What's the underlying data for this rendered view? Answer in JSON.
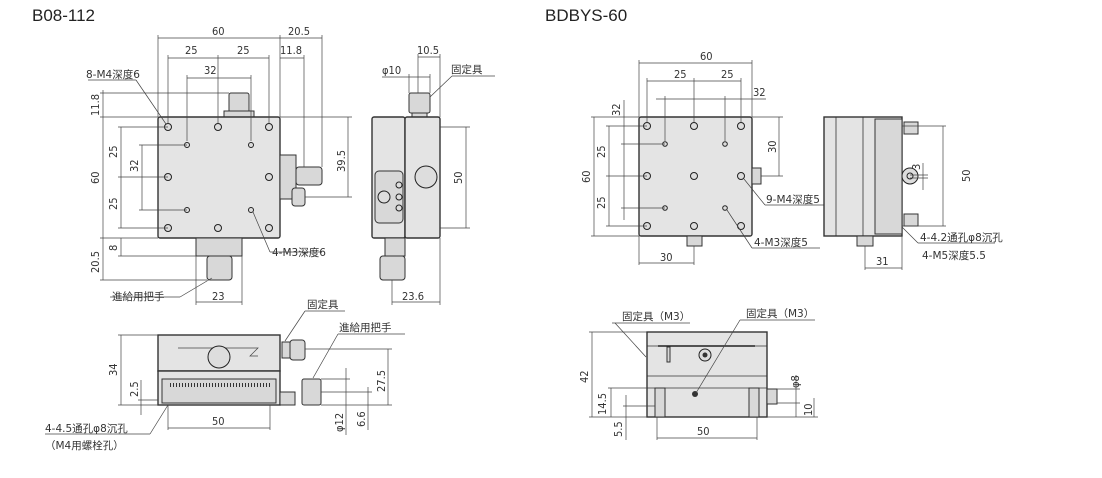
{
  "left_model": {
    "title": "B08-112",
    "top_view": {
      "d60": "60",
      "d20_5": "20.5",
      "d25a": "25",
      "d25b": "25",
      "d11_8": "11.8",
      "d32": "32",
      "d11_8v": "11.8",
      "d60v": "60",
      "d25c": "25",
      "d32v": "32",
      "d25d": "25",
      "d20_5v": "20.5",
      "d8": "8",
      "d39_5": "39.5",
      "d23": "23",
      "label_m4": "8-M4深度6",
      "label_m3": "4-M3深度6",
      "label_handle": "進給用把手"
    },
    "side_view": {
      "d10_5": "10.5",
      "dphi10": "φ10",
      "label_fix": "固定具",
      "d50": "50",
      "d23_6": "23.6"
    },
    "front_view": {
      "label_fix": "固定具",
      "label_handle": "進給用把手",
      "d34": "34",
      "d2_5": "2.5",
      "d27_5": "27.5",
      "dphi12": "φ12",
      "d6_6": "6.6",
      "d50": "50",
      "label_holes": "4-4.5通孔φ8沉孔",
      "label_bolt": "（M4用螺栓孔）"
    }
  },
  "right_model": {
    "title": "BDBYS-60",
    "top_view": {
      "d60": "60",
      "d25a": "25",
      "d25b": "25",
      "d32": "32",
      "d32v": "32",
      "d25c": "25",
      "d60v": "60",
      "d25d": "25",
      "d30v": "30",
      "d30": "30",
      "label_m4": "9-M4深度5",
      "label_m3": "4-M3深度5"
    },
    "side_view": {
      "d3": "3",
      "d50": "50",
      "d31": "31",
      "label_holes": "4-4.2通孔φ8沉孔",
      "label_m5": "4-M5深度5.5"
    },
    "front_view": {
      "label_fix1": "固定具（M3）",
      "label_fix2": "固定具（M3）",
      "d42": "42",
      "d14_5": "14.5",
      "d5_5": "5.5",
      "d50": "50",
      "dphi8": "φ8",
      "d10": "10"
    }
  }
}
